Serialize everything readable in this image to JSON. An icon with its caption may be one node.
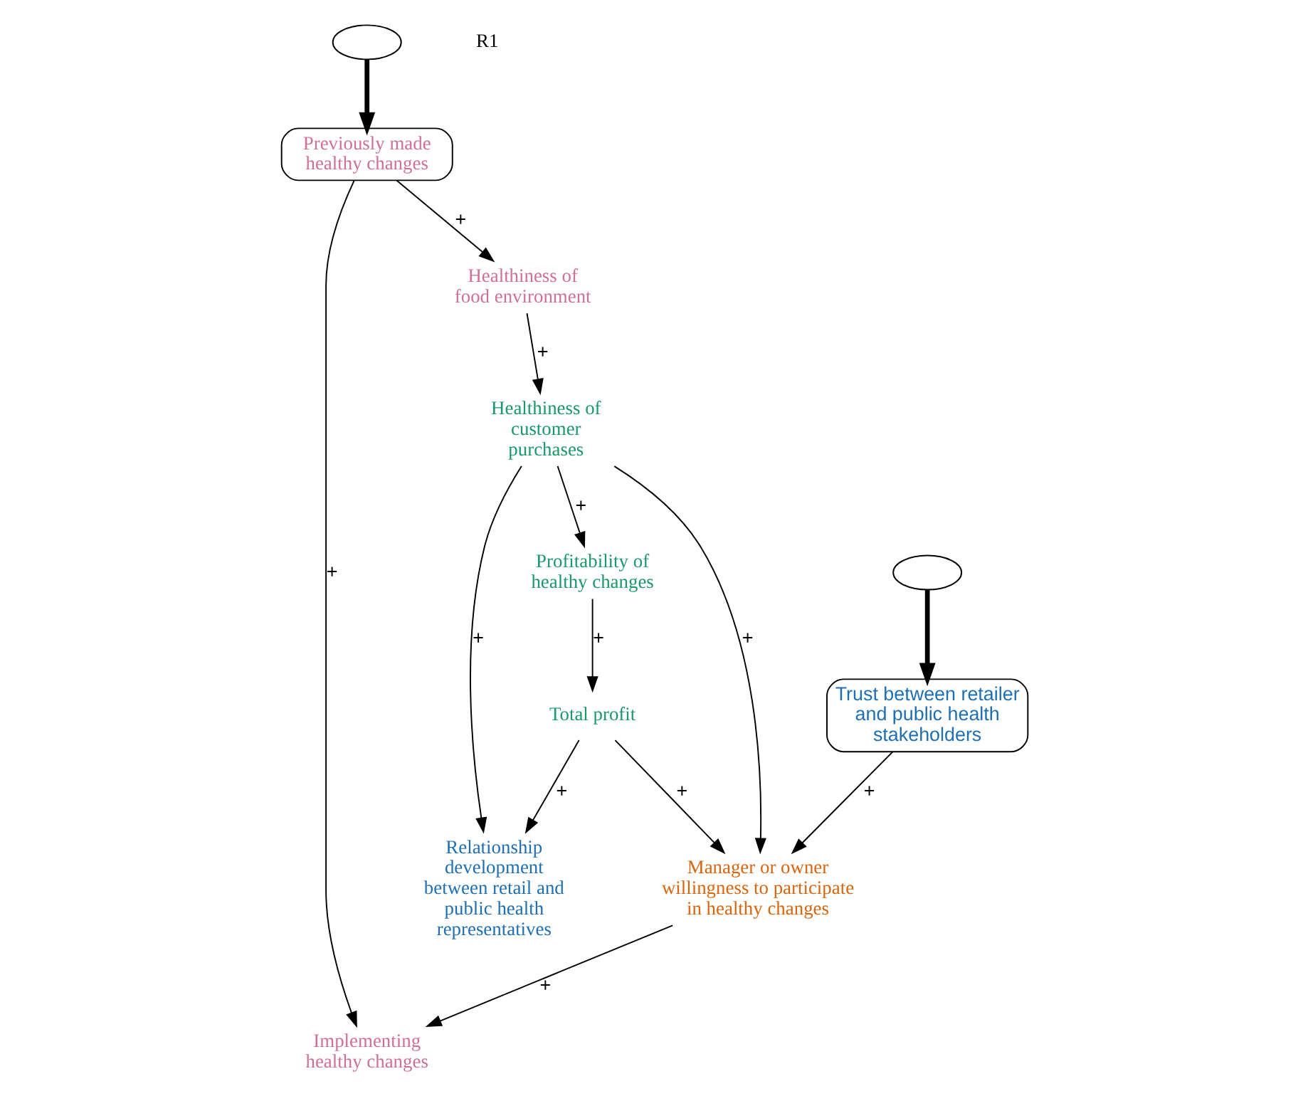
{
  "diagram": {
    "nodes": [
      {
        "text": [
          "Trust between retailer and public health stakeholders"
        ]
      },
      {
        "text": [],
        "shape": "cloud"
      },
      {
        "text": [
          "Relationship development between retail and public health representatives"
        ]
      },
      {
        "text": [
          "Total profit"
        ]
      },
      {
        "text": [
          "Profitability of healthy changes"
        ]
      },
      {
        "text": [
          "Manager or owner willingness to participate in healthy changes"
        ]
      },
      {
        "text": [
          "Healthiness of customer purchases"
        ]
      },
      {
        "text": [],
        "shape": "cloud"
      },
      {
        "text": [
          "Implementing healthy changes"
        ]
      },
      {
        "text": [
          "Previously made healthy changes"
        ]
      },
      {
        "text": [
          "Healthiness of food environment"
        ]
      }
    ],
    "edges": [
      {
        "from": 1,
        "to": 0,
        "arrow": "to",
        "style": "thick"
      },
      {
        "from": 0,
        "to": 5,
        "arrow": "to",
        "label": "+"
      },
      {
        "from": 3,
        "to": 2,
        "arrow": "to",
        "label": "+"
      },
      {
        "from": 4,
        "to": 3,
        "arrow": "to",
        "label": "+"
      },
      {
        "from": 3,
        "to": 5,
        "arrow": "to",
        "label": "+"
      },
      {
        "from": 6,
        "to": 4,
        "arrow": "to",
        "label": "+"
      },
      {
        "from": 6,
        "to": 2,
        "arrow": "to",
        "label": "+"
      },
      {
        "from": 6,
        "to": 5,
        "arrow": "to",
        "label": "+"
      },
      {
        "from": 5,
        "to": 8,
        "arrow": "to",
        "label": "+"
      },
      {
        "from": 9,
        "to": 8,
        "arrow": "to",
        "label": "+"
      },
      {
        "from": 7,
        "to": 9,
        "arrow": "to",
        "style": "thick"
      },
      {
        "from": 9,
        "to": 10,
        "arrow": "to",
        "label": "+"
      },
      {
        "from": 10,
        "to": 6,
        "arrow": "to",
        "label": "+"
      }
    ],
    "labels": [
      "R1"
    ]
  }
}
